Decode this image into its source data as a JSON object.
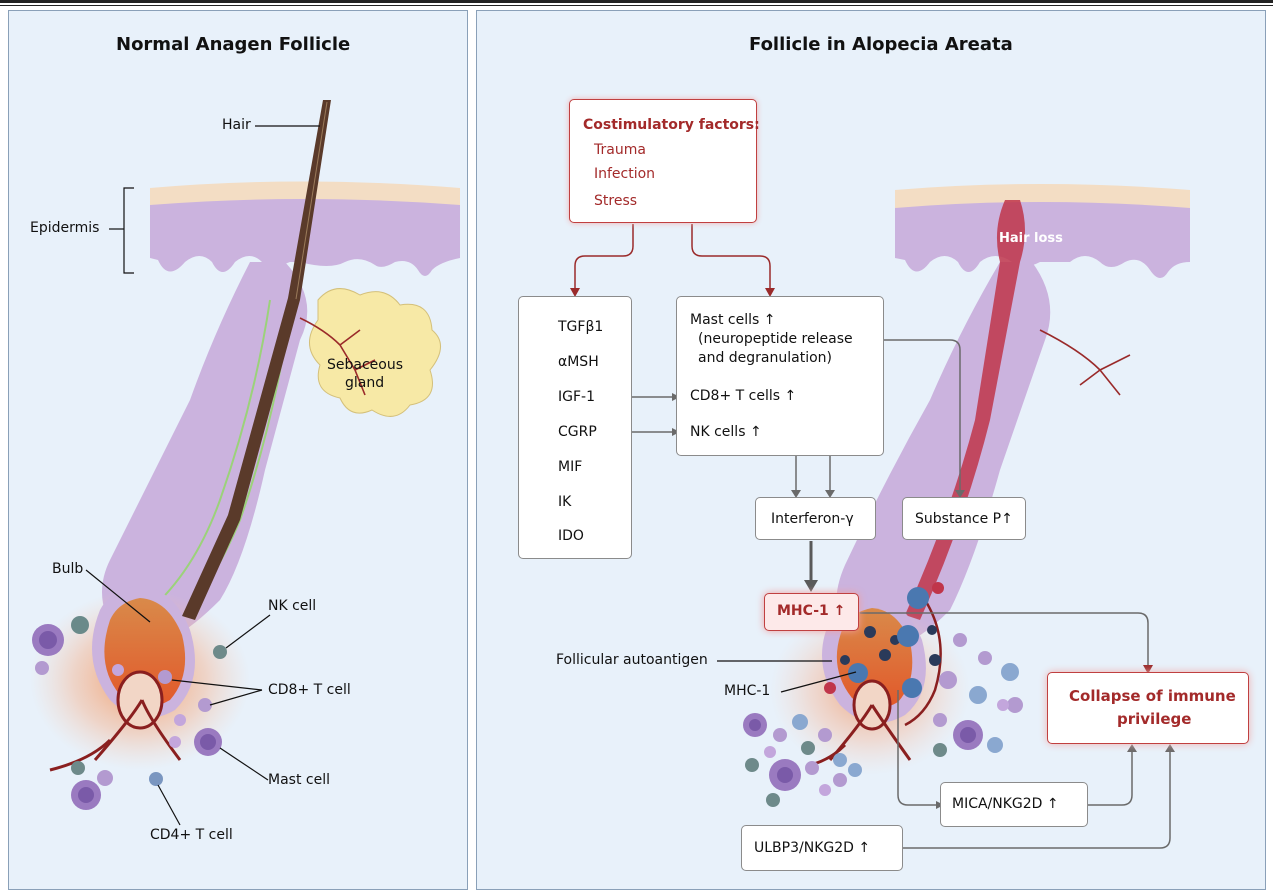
{
  "left_panel": {
    "title": "Normal Anagen Follicle",
    "labels": {
      "hair": "Hair",
      "epidermis": "Epidermis",
      "sebaceous_line1": "Sebaceous",
      "sebaceous_line2": "gland",
      "bulb": "Bulb",
      "nk_cell": "NK cell",
      "cd8": "CD8+ T cell",
      "mast_cell": "Mast cell",
      "cd4": "CD4+ T cell"
    }
  },
  "right_panel": {
    "title": "Follicle in Alopecia Areata",
    "costimulatory": {
      "heading": "Costimulatory factors:",
      "items": [
        "Trauma",
        "Infection",
        "Stress"
      ]
    },
    "immune_factors": [
      "TGFβ1",
      "αMSH",
      "IGF-1",
      "CGRP",
      "MIF",
      "IK",
      "IDO"
    ],
    "cells_box": {
      "mast_line1": "Mast cells ↑",
      "mast_line2": "(neuropeptide release",
      "mast_line3": "and degranulation)",
      "cd8": "CD8+ T cells ↑",
      "nk": "NK cells ↑"
    },
    "interferon": "Interferon-γ",
    "substance_p": "Substance P↑",
    "hair_loss": "Hair loss",
    "mhc_box": "MHC-1 ↑",
    "follicular_autoantigen": "Follicular autoantigen",
    "mhc_label": "MHC-1",
    "collapse_line1": "Collapse of immune",
    "collapse_line2": "privilege",
    "mica": "MICA/NKG2D ↑",
    "ulbp3": "ULBP3/NKG2D ↑"
  },
  "colors": {
    "panel_bg": "#e8f1fa",
    "accent_red": "#a32a2a",
    "skin_purple": "#c9b2dc",
    "skin_top": "#f3ddc4",
    "gland_yellow": "#f7e9a6"
  }
}
